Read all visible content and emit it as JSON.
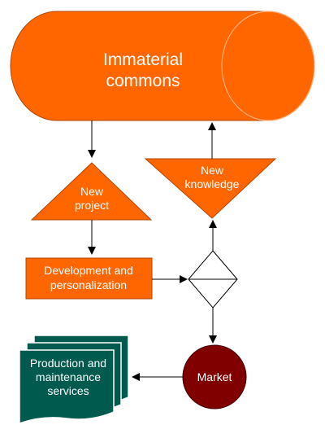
{
  "diagram": {
    "nodes": {
      "commons": {
        "line1": "Immaterial",
        "line2": "commons",
        "shape": "cylinder",
        "color": "#ff6600"
      },
      "new_project": {
        "line1": "New",
        "line2": "project",
        "shape": "triangle-up",
        "color": "#ff6600"
      },
      "new_knowledge": {
        "line1": "New",
        "line2": "knowledge",
        "shape": "triangle-down",
        "color": "#ff6600"
      },
      "development": {
        "line1": "Development and",
        "line2": "personalization",
        "shape": "rectangle",
        "color": "#ff6600"
      },
      "decision": {
        "shape": "diamond",
        "color": "#ffffff"
      },
      "market": {
        "label": "Market",
        "shape": "circle",
        "color": "#800000"
      },
      "production": {
        "line1": "Production and",
        "line2": "maintenance",
        "line3": "services",
        "shape": "multi-document",
        "color": "#005a4e"
      }
    },
    "edge_color": "#000000"
  }
}
